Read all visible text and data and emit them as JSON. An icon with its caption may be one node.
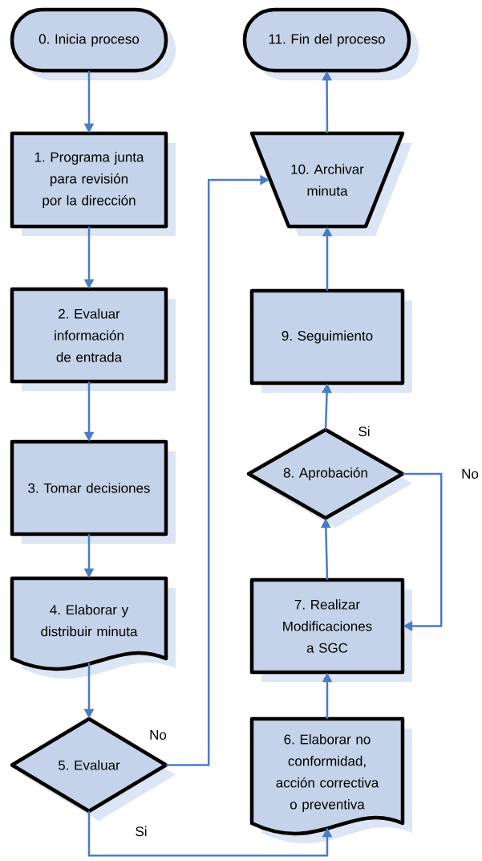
{
  "diagram": {
    "nodes": [
      {
        "text": [
          "0. Inicia proceso"
        ]
      },
      {
        "text": [
          "1. Programa junta para revisión por la dirección"
        ]
      },
      {
        "text": [
          "2. Evaluar información de entrada"
        ]
      },
      {
        "text": [
          "3. Tomar decisiones"
        ]
      },
      {
        "text": [
          "4. Elaborar y distribuir minuta"
        ]
      },
      {
        "text": [
          "5. Evaluar"
        ]
      },
      {
        "text": [
          "6. Elaborar no conformidad, acción correctiva o preventiva"
        ]
      },
      {
        "text": [
          "7. Realizar Modificaciones a SGC"
        ]
      },
      {
        "text": [
          "8. Aprobación"
        ]
      },
      {
        "text": [
          "9. Seguimiento"
        ]
      },
      {
        "text": [
          "10. Archivar minuta"
        ]
      },
      {
        "text": [
          "11. Fin del proceso"
        ]
      }
    ],
    "edges": [
      {
        "from": 0,
        "to": 1,
        "arrow": "to"
      },
      {
        "from": 1,
        "to": 2,
        "arrow": "to"
      },
      {
        "from": 2,
        "to": 3,
        "arrow": "to"
      },
      {
        "from": 3,
        "to": 4,
        "arrow": "to"
      },
      {
        "from": 4,
        "to": 5,
        "arrow": "to"
      },
      {
        "from": 5,
        "to": 10,
        "arrow": "to",
        "label": "No"
      },
      {
        "from": 5,
        "to": 6,
        "arrow": "to",
        "label": "Si"
      },
      {
        "from": 6,
        "to": 7,
        "arrow": "to"
      },
      {
        "from": 7,
        "to": 8,
        "arrow": "to"
      },
      {
        "from": 8,
        "to": 9,
        "arrow": "to",
        "label": "Si"
      },
      {
        "from": 8,
        "to": 7,
        "arrow": "to",
        "label": "No"
      },
      {
        "from": 9,
        "to": 10,
        "arrow": "to"
      },
      {
        "from": 10,
        "to": 11,
        "arrow": "to"
      }
    ]
  }
}
